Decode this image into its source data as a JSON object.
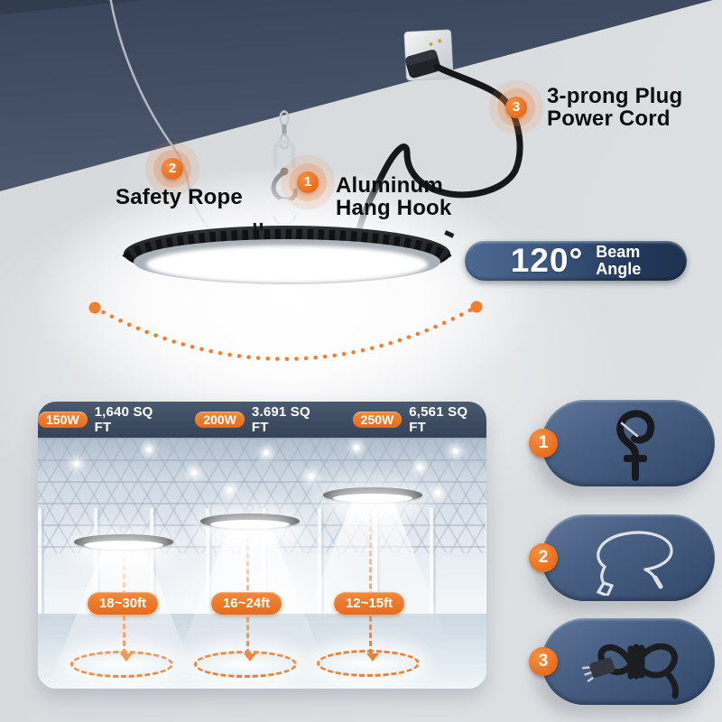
{
  "callouts": {
    "hook": {
      "num": "1",
      "line1": "Aluminum",
      "line2": "Hang Hook"
    },
    "rope": {
      "num": "2",
      "line1": "Safety Rope"
    },
    "cord": {
      "num": "3",
      "line1": "3-prong Plug",
      "line2": "Power Cord"
    }
  },
  "beam_badge": {
    "value": "120°",
    "word1": "Beam",
    "word2": "Angle"
  },
  "coverage": {
    "items": [
      {
        "watt": "150W",
        "area": "1,640 SQ FT",
        "mount_height": "18~30ft"
      },
      {
        "watt": "200W",
        "area": "3.691 SQ FT",
        "mount_height": "16~24ft"
      },
      {
        "watt": "250W",
        "area": "6,561 SQ FT",
        "mount_height": "12~15ft"
      }
    ]
  },
  "accessories": [
    {
      "num": "1",
      "icon": "hang-hook-icon"
    },
    {
      "num": "2",
      "icon": "safety-rope-icon"
    },
    {
      "num": "3",
      "icon": "power-cord-icon"
    }
  ],
  "colors": {
    "accent_orange": "#ee7527",
    "ceiling_navy": "#45516a",
    "header_navy": "#3d4b5f",
    "panel_blue": "#486083",
    "beam_pill_dark": "#1d3150",
    "lamp_glow_white": "#ffffff"
  }
}
